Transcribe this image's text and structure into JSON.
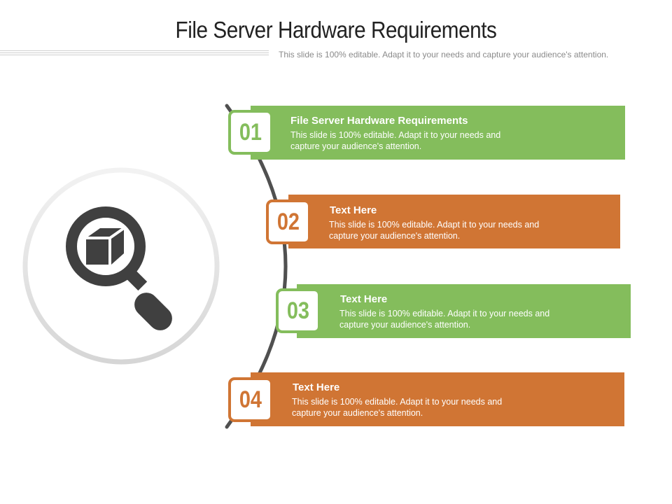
{
  "header": {
    "title": "File Server Hardware Requirements",
    "subtitle": "This slide is 100% editable. Adapt it to your needs and capture your audience's attention."
  },
  "icon": {
    "name": "magnifier-cube-icon",
    "color": "#404040"
  },
  "colors": {
    "green": "#84bd5c",
    "orange": "#d07534",
    "arc": "#505050",
    "ring": "#e6e6e6"
  },
  "steps": [
    {
      "number": "01",
      "title": "File Server Hardware Requirements",
      "text": "This slide is 100% editable. Adapt it to your needs and capture your audience's attention.",
      "color": "green"
    },
    {
      "number": "02",
      "title": "Text Here",
      "text": "This slide is 100% editable. Adapt it to your needs and capture your audience's attention.",
      "color": "orange"
    },
    {
      "number": "03",
      "title": "Text Here",
      "text": "This slide is 100% editable. Adapt it to your needs and capture your audience's attention.",
      "color": "green"
    },
    {
      "number": "04",
      "title": "Text Here",
      "text": "This slide is 100% editable. Adapt it to your needs and capture your audience's attention.",
      "color": "orange"
    }
  ]
}
